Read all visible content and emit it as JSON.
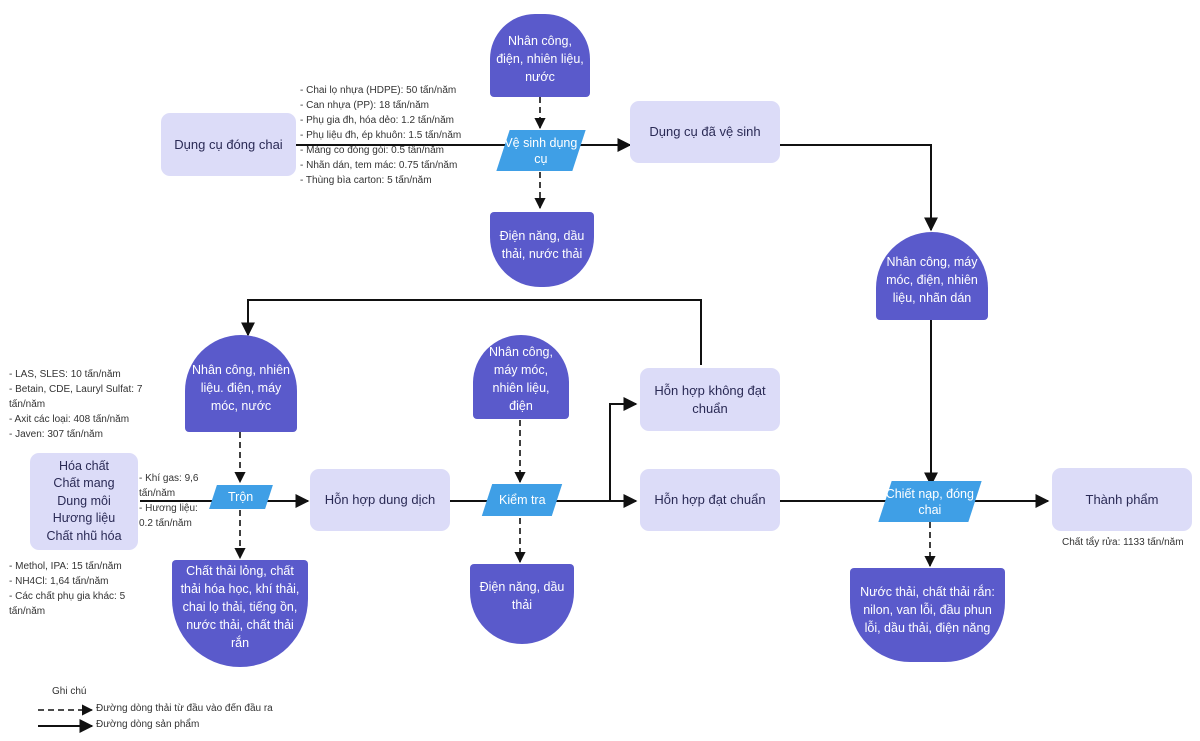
{
  "nodes": {
    "dung_cu_dong_chai": "Dụng cụ đóng chai",
    "input_ve_sinh": "Nhân công, điện, nhiên liệu, nước",
    "ve_sinh": "Vệ sinh dụng cụ",
    "output_ve_sinh": "Điện năng, dầu thải, nước thải",
    "dung_cu_da_ve_sinh": "Dụng cụ đã vệ sinh",
    "input_chiet_nap": "Nhân công, máy móc, điện, nhiên liệu, nhãn dán",
    "chiet_nap": "Chiết nạp, đóng chai",
    "output_chiet_nap": "Nước thải, chất thải rắn: nilon, van lỗi, đầu phun lỗi, dầu thải, điện năng",
    "thanh_pham": "Thành phẩm",
    "hoa_chat": [
      "Hóa chất",
      "Chất mang",
      "Dung môi",
      "Hương liệu",
      "Chất nhũ hóa"
    ],
    "input_tron": "Nhân công, nhiên liệu. điện, máy móc, nước",
    "tron": "Trộn",
    "output_tron": "Chất thải lỏng, chất thải hóa học, khí thải, chai lọ thải, tiếng ồn, nước thải, chất thải rắn",
    "hon_hop_dung_dich": "Hỗn hợp dung dịch",
    "input_kiem_tra": "Nhân công, máy móc, nhiên liệu, điện",
    "kiem_tra": "Kiểm tra",
    "output_kiem_tra": "Điện năng, dầu thải",
    "hon_hop_khong_dat": "Hỗn hợp không đạt chuẩn",
    "hon_hop_dat": "Hỗn hợp đạt chuẩn"
  },
  "notes": {
    "packaging": [
      "- Chai lọ nhựa (HDPE): 50 tấn/năm",
      "- Can nhựa (PP): 18 tấn/năm",
      "- Phụ gia đh, hóa dẻo: 1.2 tấn/năm",
      "- Phụ liệu đh, ép khuôn: 1.5 tấn/năm",
      "- Màng co đóng gói: 0.5 tấn/năm",
      "- Nhãn dán, tem mác: 0.75 tấn/năm",
      "- Thùng bìa carton: 5 tấn/năm"
    ],
    "chemicals_top": [
      "- LAS, SLES: 10 tấn/năm",
      "- Betain, CDE,  Lauryl Sulfat: 7 tấn/năm",
      "- Axit các loại: 408 tấn/năm",
      "- Javen: 307 tấn/năm"
    ],
    "chemicals_bottom": [
      "- Methol, IPA: 15 tấn/năm",
      "- NH4Cl: 1,64 tấn/năm",
      "- Các chất phụ gia khác: 5 tấn/năm"
    ],
    "gas": [
      "- Khí gas: 9,6 tấn/năm",
      "- Hương liệu: 0.2 tấn/năm"
    ],
    "product": "Chất tẩy rửa: 1133 tấn/năm"
  },
  "legend": {
    "title": "Ghi chú",
    "dashed": "Đường dòng thải từ đầu vào đến đầu ra",
    "solid": "Đường dòng sản phẩm"
  },
  "colors": {
    "dark_node": "#5a5acb",
    "light_node": "#dcdcf8",
    "process": "#3f9fe6",
    "line": "#111111"
  }
}
